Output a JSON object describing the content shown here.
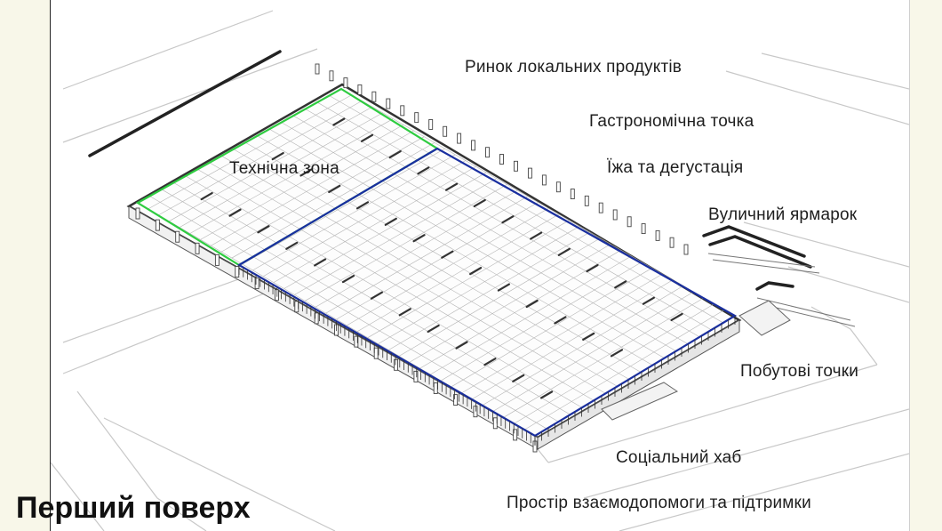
{
  "title": "Перший поверх",
  "labels": {
    "market": "Ринок локальних продуктів",
    "gastro": "Гастрономічна точка",
    "food": "Їжа та дегустація",
    "fair": "Вуличний ярмарок",
    "tech": "Технічна зона",
    "services": "Побутові точки",
    "hub": "Соціальний хаб",
    "support": "Простір взаємодопомоги та підтримки"
  },
  "colors": {
    "tech_zone_outline": "#2ecc40",
    "main_hall_outline": "#1a2fa0",
    "side_background": "#f8f7e9"
  }
}
